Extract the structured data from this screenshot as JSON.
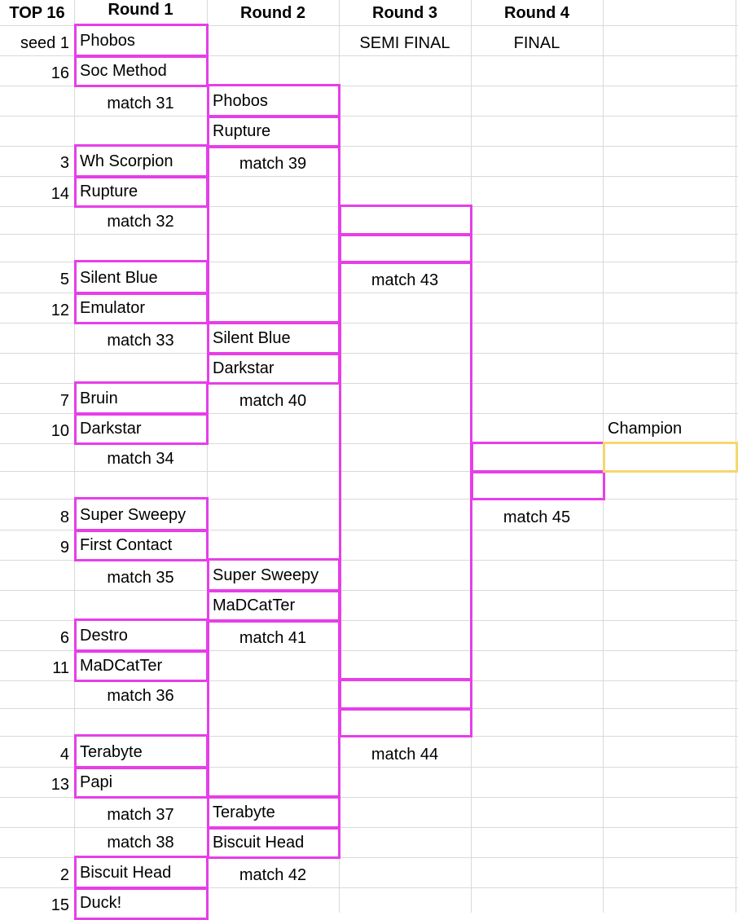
{
  "headers": {
    "top16": "TOP 16",
    "round1": "Round 1",
    "round2": "Round 2",
    "round3": "Round 3",
    "round4": "Round 4"
  },
  "subheaders": {
    "seed_prefix": "seed 1",
    "semi_final": "SEMI FINAL",
    "final": "FINAL"
  },
  "round1": [
    {
      "seed": "16",
      "team": "Soc Method"
    },
    {
      "seed": "3",
      "team": "Wh Scorpion"
    },
    {
      "seed": "14",
      "team": "Rupture"
    },
    {
      "seed": "5",
      "team": "Silent Blue"
    },
    {
      "seed": "12",
      "team": "Emulator"
    },
    {
      "seed": "7",
      "team": "Bruin"
    },
    {
      "seed": "10",
      "team": "Darkstar"
    },
    {
      "seed": "8",
      "team": "Super Sweepy"
    },
    {
      "seed": "9",
      "team": "First Contact"
    },
    {
      "seed": "6",
      "team": "Destro"
    },
    {
      "seed": "11",
      "team": "MaDCatTer"
    },
    {
      "seed": "4",
      "team": "Terabyte"
    },
    {
      "seed": "13",
      "team": "Papi"
    },
    {
      "seed": "2",
      "team": "Biscuit Head"
    },
    {
      "seed": "15",
      "team": "Duck!"
    }
  ],
  "round1_first_team": "Phobos",
  "round1_matches": [
    "match 31",
    "match 32",
    "match 33",
    "match 34",
    "match 35",
    "match 36",
    "match 37",
    "match 38"
  ],
  "round2": [
    "Phobos",
    "Rupture",
    "Silent Blue",
    "Darkstar",
    "Super Sweepy",
    "MaDCatTer",
    "Terabyte",
    "Biscuit Head"
  ],
  "round2_matches": [
    "match 39",
    "match 40",
    "match 41",
    "match 42"
  ],
  "round3_matches": [
    "match 43",
    "match 44"
  ],
  "round4_matches": [
    "match 45"
  ],
  "champion_label": "Champion",
  "bracket_color": "#e63ee9",
  "champion_color": "#f5d76e"
}
